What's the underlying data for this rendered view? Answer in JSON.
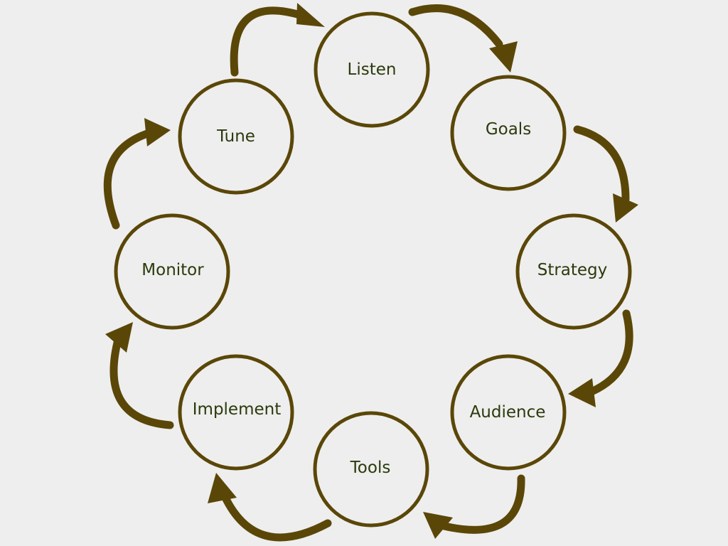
{
  "diagram": {
    "title": "",
    "type": "cycle",
    "colors": {
      "background": "#eeeeee",
      "stroke": "#5a4708",
      "label": "#2b3a0c"
    },
    "nodes": [
      {
        "id": "listen",
        "label": "Listen"
      },
      {
        "id": "goals",
        "label": "Goals"
      },
      {
        "id": "strategy",
        "label": "Strategy"
      },
      {
        "id": "audience",
        "label": "Audience"
      },
      {
        "id": "tools",
        "label": "Tools"
      },
      {
        "id": "implement",
        "label": "Implement"
      },
      {
        "id": "monitor",
        "label": "Monitor"
      },
      {
        "id": "tune",
        "label": "Tune"
      }
    ],
    "edges": [
      {
        "from": "listen",
        "to": "goals"
      },
      {
        "from": "goals",
        "to": "strategy"
      },
      {
        "from": "strategy",
        "to": "audience"
      },
      {
        "from": "audience",
        "to": "tools"
      },
      {
        "from": "tools",
        "to": "implement"
      },
      {
        "from": "implement",
        "to": "monitor"
      },
      {
        "from": "monitor",
        "to": "tune"
      },
      {
        "from": "tune",
        "to": "listen"
      }
    ]
  }
}
